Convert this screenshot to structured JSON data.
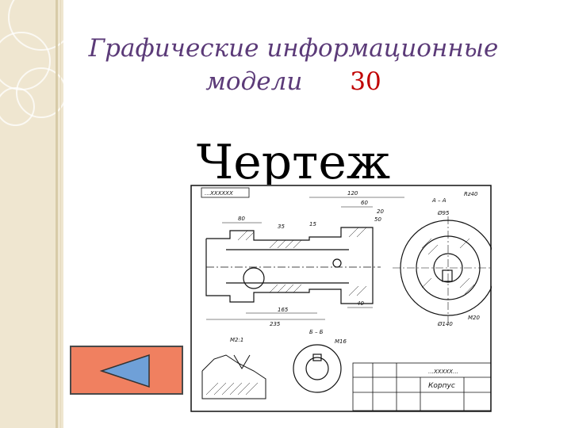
{
  "title": {
    "line1": "Графические информационные",
    "line2": "модели",
    "score": "30"
  },
  "heading": "Чертеж",
  "drawing": {
    "top_label": "…ХХХХХХ",
    "view_label_a": "А – А",
    "section_label_b": "Б – Б",
    "roughness": "Rz40",
    "scale_label": "М2:1",
    "part_name": "Корпус",
    "stamp_code": "…ХХХХХ…",
    "dims": {
      "d120": "120",
      "d60": "60",
      "d20": "20",
      "d50": "50",
      "d80": "80",
      "d15": "15",
      "d35": "35",
      "d235": "235",
      "d165": "165",
      "d40": "40",
      "d95": "Ø95",
      "d140": "Ø140",
      "m20": "M20",
      "m16": "M16"
    }
  },
  "buttons": {
    "back_icon": "triangle-left-icon"
  },
  "colors": {
    "title": "#5b3a78",
    "score": "#c00000",
    "button_fill": "#f08060",
    "arrow_fill": "#6fa0d8",
    "strip": "#efe6d0"
  }
}
